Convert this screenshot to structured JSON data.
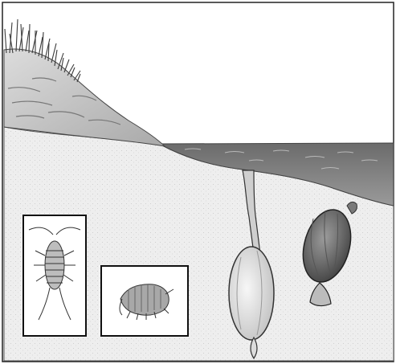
{
  "figure": {
    "elements": [
      {
        "name": "dune-grass",
        "kind": "vegetation"
      },
      {
        "name": "sand-dune",
        "kind": "terrain"
      },
      {
        "name": "beach-sand",
        "kind": "terrain"
      },
      {
        "name": "sea-water",
        "kind": "water"
      },
      {
        "name": "clam-burrow-siphon",
        "kind": "burrow"
      },
      {
        "name": "burrowing-clam",
        "kind": "organism"
      },
      {
        "name": "cockle-clam",
        "kind": "organism"
      },
      {
        "name": "isopod-inset",
        "kind": "inset-organism"
      },
      {
        "name": "amphipod-inset",
        "kind": "inset-organism"
      }
    ]
  }
}
